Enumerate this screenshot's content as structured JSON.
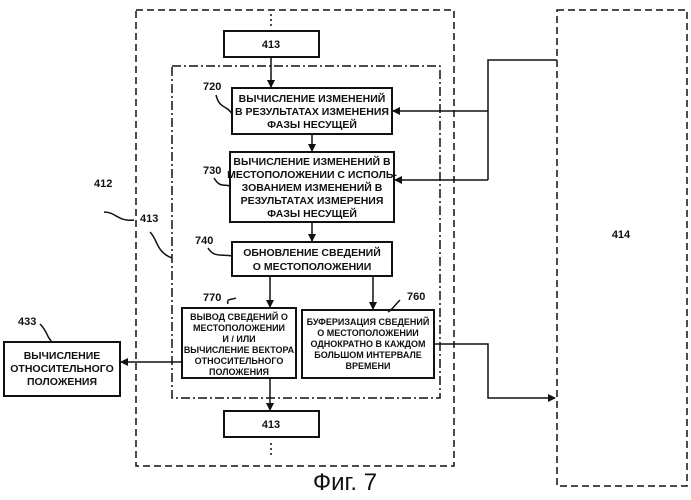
{
  "labels": {
    "ref_412": "412",
    "ref_413_inner": "413",
    "ref_414": "414",
    "ref_433": "433",
    "ref_720": "720",
    "ref_730": "730",
    "ref_740": "740",
    "ref_770": "770",
    "ref_760": "760"
  },
  "boxes": {
    "top_413": "413",
    "bottom_413": "413",
    "box_720": [
      "ВЫЧИСЛЕНИЕ ИЗМЕНЕНИЙ",
      "В РЕЗУЛЬТАТАХ ИЗМЕНЕНИЯ",
      "ФАЗЫ НЕСУЩЕЙ"
    ],
    "box_730": [
      "ВЫЧИСЛЕНИЕ ИЗМЕНЕНИЙ В",
      "МЕСТОПОЛОЖЕНИИ С ИСПОЛЬ-",
      "ЗОВАНИЕМ ИЗМЕНЕНИЙ В",
      "РЕЗУЛЬТАТАХ ИЗМЕРЕНИЯ",
      "ФАЗЫ НЕСУЩЕЙ"
    ],
    "box_740": [
      "ОБНОВЛЕНИЕ СВЕДЕНИЙ",
      "О МЕСТОПОЛОЖЕНИИ"
    ],
    "box_770": [
      "ВЫВОД СВЕДЕНИЙ О",
      "МЕСТОПОЛОЖЕНИИ",
      "И / ИЛИ",
      "ВЫЧИСЛЕНИЕ ВЕКТОРА",
      "ОТНОСИТЕЛЬНОГО",
      "ПОЛОЖЕНИЯ"
    ],
    "box_760": [
      "БУФЕРИЗАЦИЯ СВЕДЕНИЙ",
      "О МЕСТОПОЛОЖЕНИИ",
      "ОДНОКРАТНО В КАЖДОМ",
      "БОЛЬШОМ ИНТЕРВАЛЕ",
      "ВРЕМЕНИ"
    ],
    "box_433": [
      "ВЫЧИСЛЕНИЕ",
      "ОТНОСИТЕЛЬНОГО",
      "ПОЛОЖЕНИЯ"
    ]
  },
  "caption": "Фиг. 7"
}
